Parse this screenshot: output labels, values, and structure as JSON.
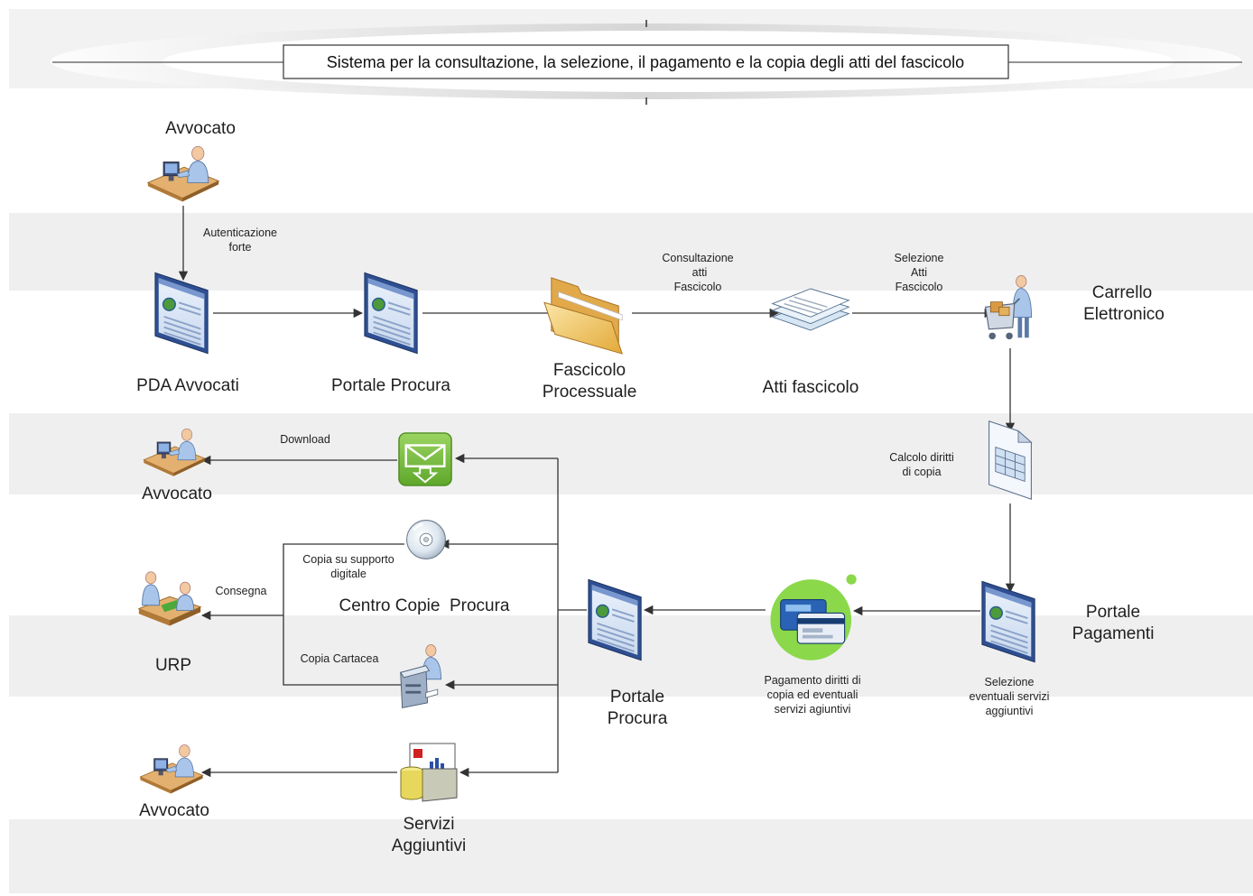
{
  "title": "Sistema per la consultazione, la selezione, il pagamento e la copia degli atti del fascicolo",
  "nodes": {
    "avvocato_top": "Avvocato",
    "pda": "PDA Avvocati",
    "portale_procura_top": "Portale Procura",
    "fascicolo": [
      "Fascicolo",
      "Processuale"
    ],
    "atti": "Atti fascicolo",
    "carrello": [
      "Carrello",
      "Elettronico"
    ],
    "portale_pagamenti": [
      "Portale",
      "Pagamenti"
    ],
    "portale_procura_bottom": [
      "Portale",
      "Procura"
    ],
    "centro_copie": "Centro Copie  Procura",
    "avvocato_download": "Avvocato",
    "urp": "URP",
    "avvocato_servizi": "Avvocato",
    "servizi": [
      "Servizi",
      "Aggiuntivi"
    ]
  },
  "edges": {
    "autenticazione": [
      "Autenticazione",
      "forte"
    ],
    "consultazione": [
      "Consultazione",
      "atti",
      "Fascicolo"
    ],
    "selezione_atti": [
      "Selezione",
      "Atti",
      "Fascicolo"
    ],
    "calcolo": [
      "Calcolo diritti",
      "di copia"
    ],
    "selezione_servizi": [
      "Selezione",
      "eventuali servizi",
      "aggiuntivi"
    ],
    "pagamento": [
      "Pagamento diritti di",
      "copia ed eventuali",
      "servizi agiuntivi"
    ],
    "download": "Download",
    "copia_digitale": [
      "Copia su supporto",
      "digitale"
    ],
    "consegna": "Consegna",
    "copia_cartacea": "Copia Cartacea"
  },
  "colors": {
    "band": "#efefef",
    "arrow": "#333333",
    "email_green": "#7ac142",
    "payment_green": "#8bd84b",
    "folder": "#f1c45a",
    "screen_blue": "#6e8fc9"
  },
  "icons": {
    "avvocato": "person-at-computer-icon",
    "web_page": "web-page-icon",
    "folder": "folder-icon",
    "documents": "stacked-documents-icon",
    "cart": "shopping-cart-icon",
    "spreadsheet": "spreadsheet-document-icon",
    "email_download": "email-download-icon",
    "cd": "cd-disc-icon",
    "urp": "service-desk-icon",
    "copier": "copier-operator-icon",
    "payment": "credit-card-icon",
    "services": "additional-services-icon"
  }
}
